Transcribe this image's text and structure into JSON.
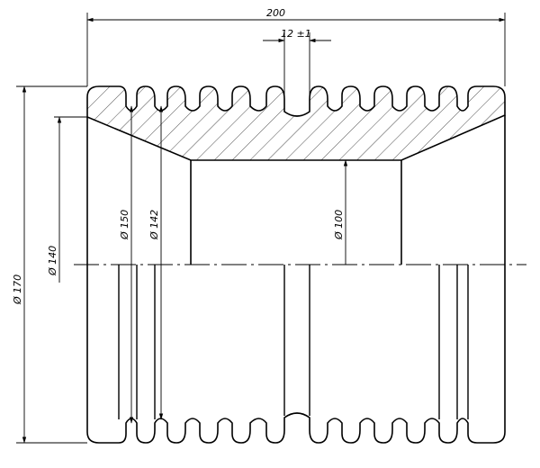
{
  "drawing": {
    "dimensions": {
      "overall_length": "200",
      "groove_width": "12 ±1",
      "outer_diameter": "Ø 170",
      "inner_face_diameter": "Ø 140",
      "crest_diameter": "Ø 150",
      "root_diameter": "Ø 142",
      "bore_diameter": "Ø 100"
    }
  }
}
